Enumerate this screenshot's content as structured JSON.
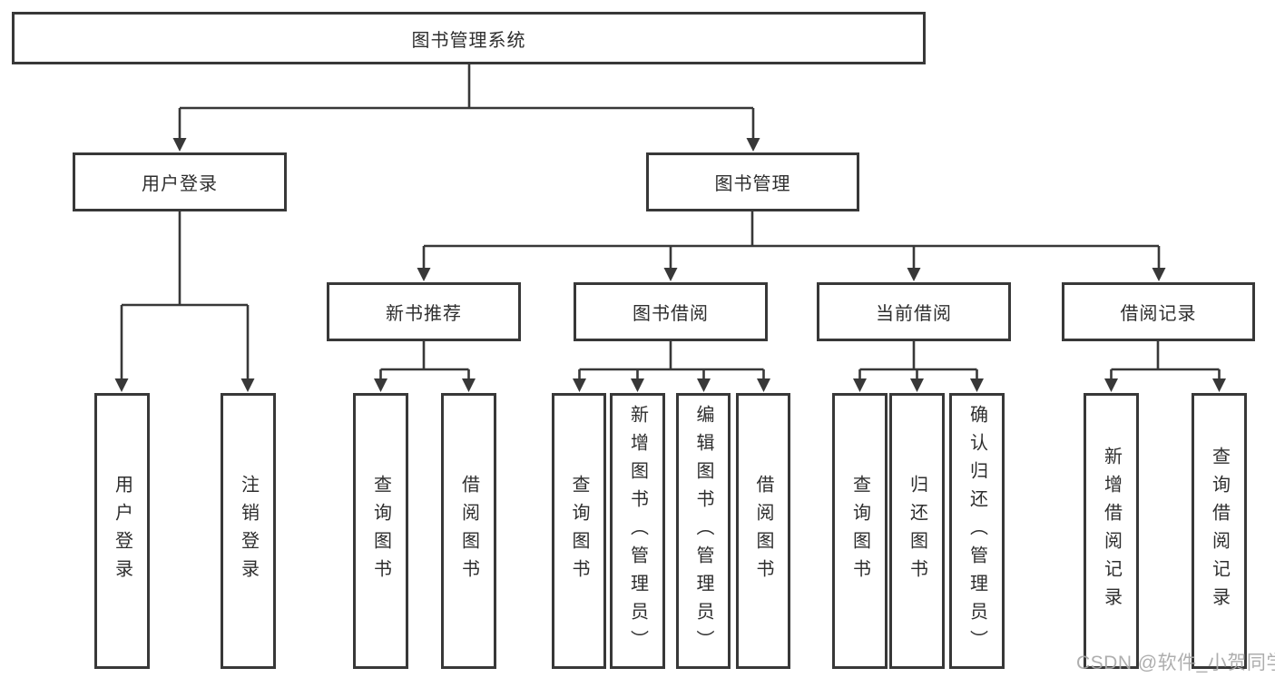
{
  "diagram_type": "hierarchy-tree",
  "nodes": {
    "root": "图书管理系统",
    "user_login_group": "用户登录",
    "book_mgmt": "图书管理",
    "new_book_rec": "新书推荐",
    "book_borrow": "图书借阅",
    "current_borrow": "当前借阅",
    "borrow_records": "借阅记录",
    "leaf_user_login": "用户登录",
    "leaf_logout": "注销登录",
    "leaf_nb_query": "查询图书",
    "leaf_nb_borrow": "借阅图书",
    "leaf_bb_query": "查询图书",
    "leaf_bb_add": "新增图书（管理员）",
    "leaf_bb_edit": "编辑图书（管理员）",
    "leaf_bb_borrow": "借阅图书",
    "leaf_cb_query": "查询图书",
    "leaf_cb_return": "归还图书",
    "leaf_cb_confirm": "确认归还（管理员）",
    "leaf_br_add": "新增借阅记录",
    "leaf_br_query": "查询借阅记录"
  },
  "tree": {
    "label": "图书管理系统",
    "children": [
      {
        "label": "用户登录",
        "children": [
          {
            "label": "用户登录"
          },
          {
            "label": "注销登录"
          }
        ]
      },
      {
        "label": "图书管理",
        "children": [
          {
            "label": "新书推荐",
            "children": [
              {
                "label": "查询图书"
              },
              {
                "label": "借阅图书"
              }
            ]
          },
          {
            "label": "图书借阅",
            "children": [
              {
                "label": "查询图书"
              },
              {
                "label": "新增图书（管理员）"
              },
              {
                "label": "编辑图书（管理员）"
              },
              {
                "label": "借阅图书"
              }
            ]
          },
          {
            "label": "当前借阅",
            "children": [
              {
                "label": "查询图书"
              },
              {
                "label": "归还图书"
              },
              {
                "label": "确认归还（管理员）"
              }
            ]
          },
          {
            "label": "借阅记录",
            "children": [
              {
                "label": "新增借阅记录"
              },
              {
                "label": "查询借阅记录"
              }
            ]
          }
        ]
      }
    ]
  },
  "watermark": {
    "text": "CSDN @软件_小贺同学"
  },
  "colors": {
    "line": "#383838",
    "text": "#2e2e2e",
    "watermark": "#a8a8a8",
    "bg": "#ffffff"
  }
}
